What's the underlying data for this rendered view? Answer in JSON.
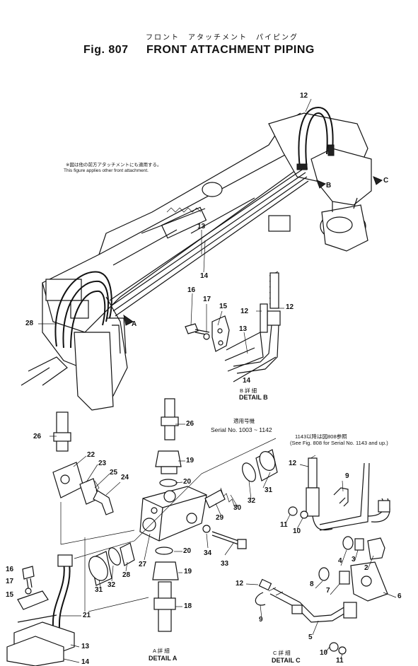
{
  "header": {
    "japanese_title": "フロント　アタッチメント　パイピング",
    "fig_label": "Fig. 807",
    "title": "FRONT ATTACHMENT PIPING"
  },
  "notes": {
    "applicability_jp": "※図は他の前方アタッチメントにも適用する。",
    "applicability_en": "This figure applies other front attachment.",
    "serial_jp": "適用号機",
    "serial_en": "Serial No. 1003 ~ 1142",
    "see_fig_jp": "1143以降は図808参照",
    "see_fig_en": "(See Fig. 808 for Serial No. 1143 and up.)"
  },
  "view_markers": {
    "a": "A",
    "b": "B",
    "c": "C"
  },
  "details": {
    "a_jp": "A 詳 細",
    "a_en": "DETAIL A",
    "b_jp": "B 詳 細",
    "b_en": "DETAIL B",
    "c_jp": "C 詳 細",
    "c_en": "DETAIL C"
  },
  "callouts": [
    "12",
    "13",
    "14",
    "28",
    "16",
    "17",
    "15",
    "12",
    "12",
    "13",
    "14",
    "26",
    "26",
    "22",
    "23",
    "25",
    "24",
    "20",
    "19",
    "31",
    "32",
    "30",
    "29",
    "20",
    "34",
    "33",
    "27",
    "28",
    "32",
    "31",
    "19",
    "18",
    "16",
    "17",
    "15",
    "21",
    "13",
    "14",
    "12",
    "9",
    "11",
    "10",
    "4",
    "3",
    "2",
    "8",
    "7",
    "6",
    "12",
    "9",
    "5",
    "10",
    "11"
  ]
}
